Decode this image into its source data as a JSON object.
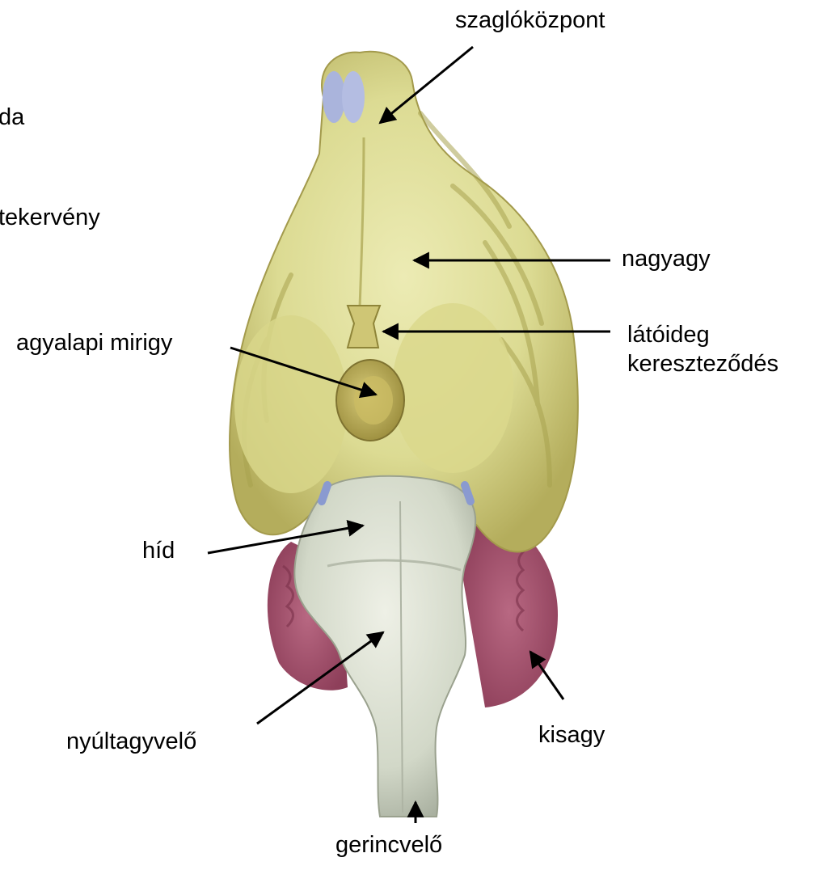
{
  "labels": {
    "olfactory": "szaglóközpont",
    "partial_top": "da",
    "partial_gyrus": "tekervény",
    "cerebrum": "nagyagy",
    "optic_line1": "látóideg",
    "optic_line2": "kereszteződés",
    "pituitary": "agyalapi mirigy",
    "pons": "híd",
    "medulla": "nyúltagyvelő",
    "cerebellum": "kisagy",
    "spinal_cord": "gerincvelő"
  },
  "colors": {
    "brain_yellow": "#d9d98a",
    "brain_shadow": "#a8a24e",
    "pons_gray": "#d2d8c8",
    "cerebellum_pink": "#a8526e",
    "olfactory_tip": "#aab4dc",
    "arrow": "#000000"
  }
}
